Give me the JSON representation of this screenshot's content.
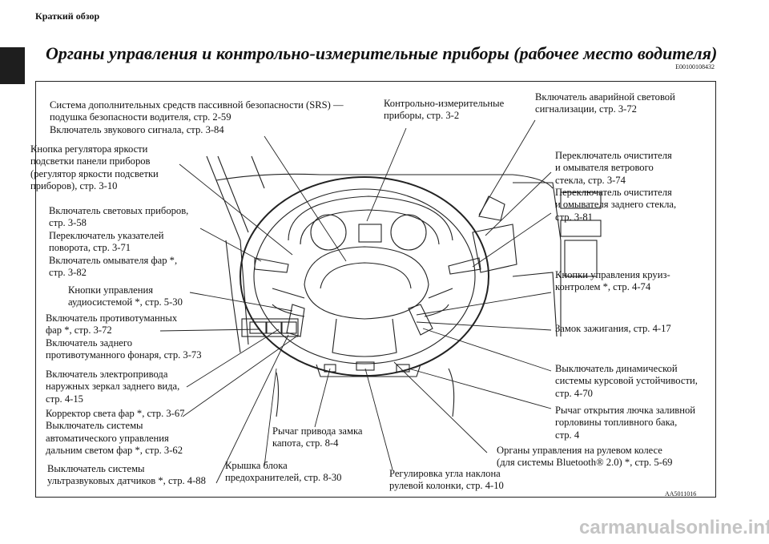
{
  "header": {
    "section_title": "Краткий обзор"
  },
  "page_title": "Органы управления и контрольно-измерительные приборы (рабочее место водителя)",
  "title_code": "E00100108432",
  "figure_code": "AA5011016",
  "watermark": "carmanualsonline.info",
  "labels": {
    "srs": [
      "Система дополнительных средств пассивной безопасности (SRS) —",
      "подушка безопасности водителя, стр. 2-59",
      "Включатель звукового сигнала, стр. 3-84"
    ],
    "instruments": [
      "Контрольно-измерительные",
      "приборы, стр. 3-2"
    ],
    "hazard": [
      "Включатель аварийной световой",
      "сигнализации, стр. 3-72"
    ],
    "brightness": [
      "Кнопка регулятора яркости",
      "подсветки панели приборов",
      "(регулятор яркости подсветки",
      "приборов), стр. 3-10"
    ],
    "wiper_front": [
      "Переключатель очистителя",
      "и омывателя ветрового",
      "стекла, стр. 3-74"
    ],
    "wiper_rear": [
      "Переключатель очистителя",
      "и омывателя заднего стекла,",
      "стр. 3-81"
    ],
    "lights": [
      "Включатель световых приборов,",
      "стр. 3-58",
      "Переключатель указателей",
      "поворота, стр. 3-71",
      "Включатель омывателя фар *,",
      "стр. 3-82"
    ],
    "cruise": [
      "Кнопки управления круиз-",
      "контролем *, стр. 4-74"
    ],
    "audio": [
      "Кнопки управления",
      "аудиосистемой *, стр. 5-30"
    ],
    "fog": [
      "Включатель противотуманных",
      "фар *, стр. 3-72",
      "Включатель заднего",
      "противотуманного фонаря, стр. 3-73"
    ],
    "ignition": [
      "Замок зажигания, стр. 4-17"
    ],
    "mirror_heater": [
      "Включатель электропривода",
      "наружных зеркал заднего вида,",
      "стр. 4-15"
    ],
    "stability": [
      "Выключатель динамической",
      "системы курсовой устойчивости,",
      "стр. 4-70"
    ],
    "headlight": [
      "Корректор света фар *, стр. 3-67",
      "Выключатель системы",
      "автоматического управления",
      "дальним светом фар *, стр. 3-62"
    ],
    "fuel_door": [
      "Рычаг открытия лючка заливной",
      "горловины топливного бака,",
      "стр. 4"
    ],
    "hood": [
      "Рычаг привода замка",
      "капота, стр. 8-4"
    ],
    "bluetooth": [
      "Органы управления на рулевом колесе",
      "(для системы Bluetooth® 2.0) *, стр. 5-69"
    ],
    "sonar": [
      "Выключатель системы",
      "ультразвуковых датчиков *, стр. 4-88"
    ],
    "fuse": [
      "Крышка блока",
      "предохранителей, стр. 8-30"
    ],
    "tilt": [
      "Регулировка угла наклона",
      "рулевой колонки, стр. 4-10"
    ]
  }
}
